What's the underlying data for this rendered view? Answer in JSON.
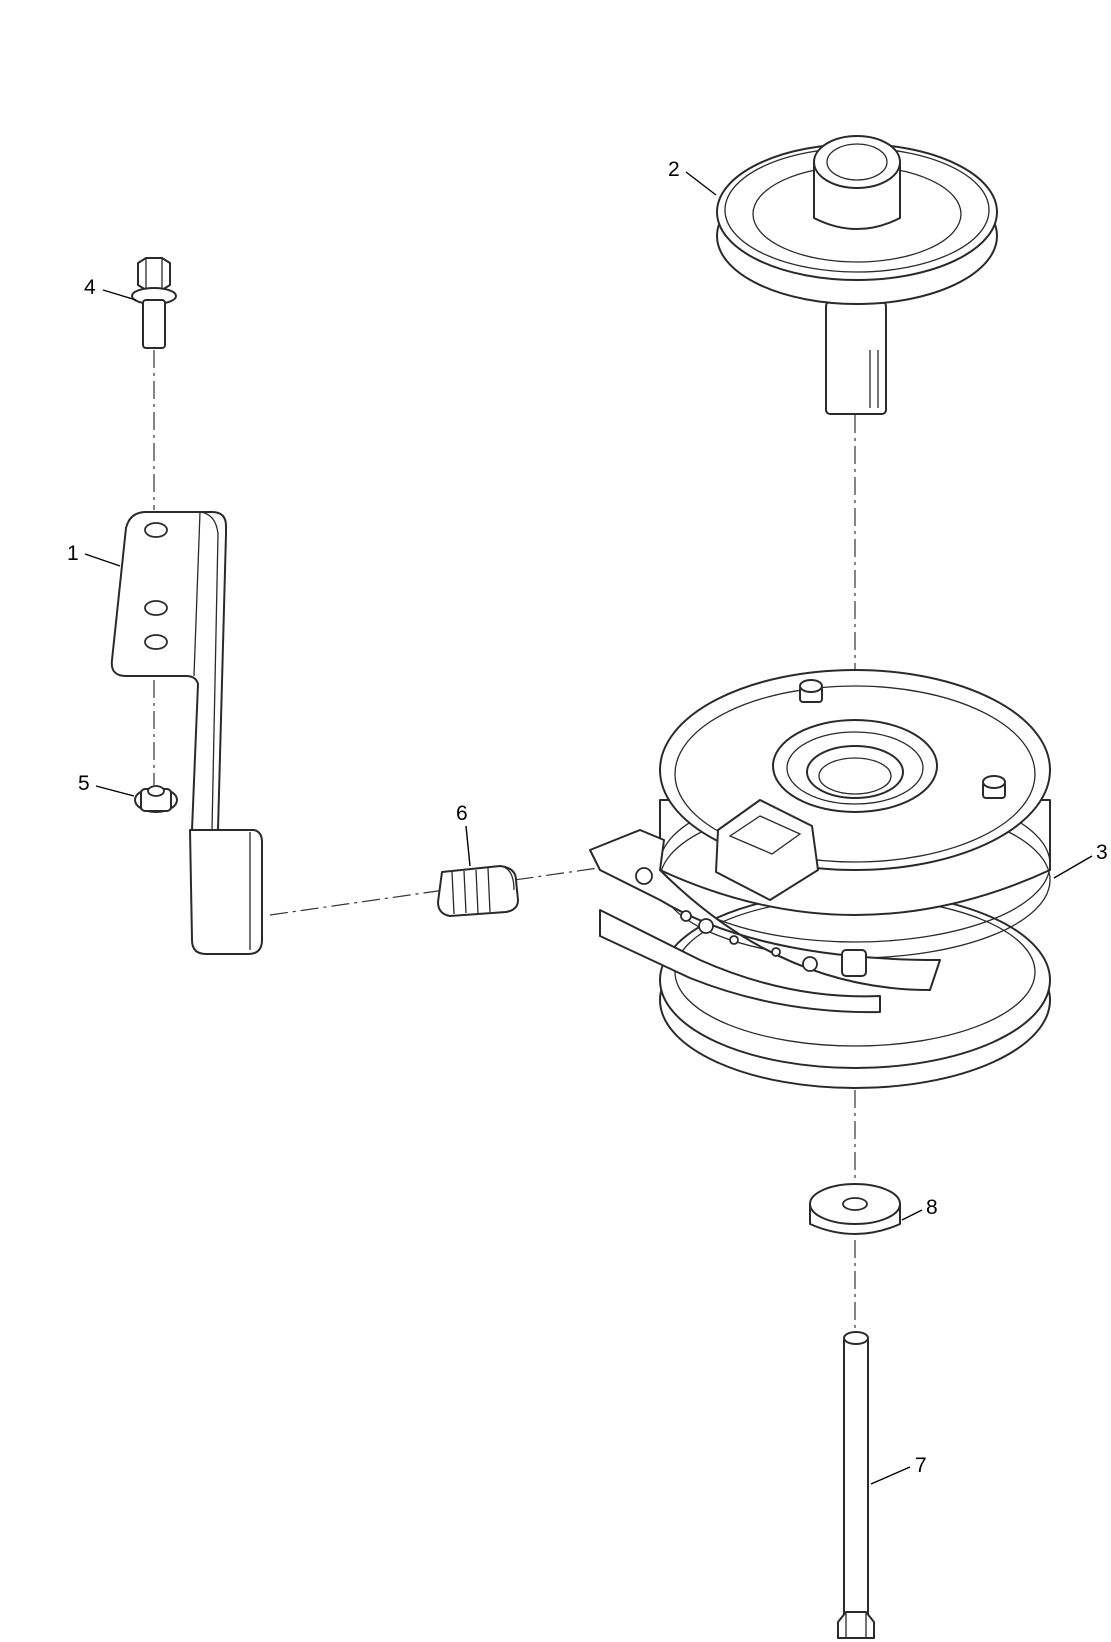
{
  "callouts": [
    {
      "id": "bracket",
      "label": "1"
    },
    {
      "id": "pulley",
      "label": "2"
    },
    {
      "id": "clutch",
      "label": "3"
    },
    {
      "id": "bolt",
      "label": "4"
    },
    {
      "id": "nut",
      "label": "5"
    },
    {
      "id": "bushing",
      "label": "6"
    },
    {
      "id": "long-bolt",
      "label": "7"
    },
    {
      "id": "washer",
      "label": "8"
    }
  ]
}
